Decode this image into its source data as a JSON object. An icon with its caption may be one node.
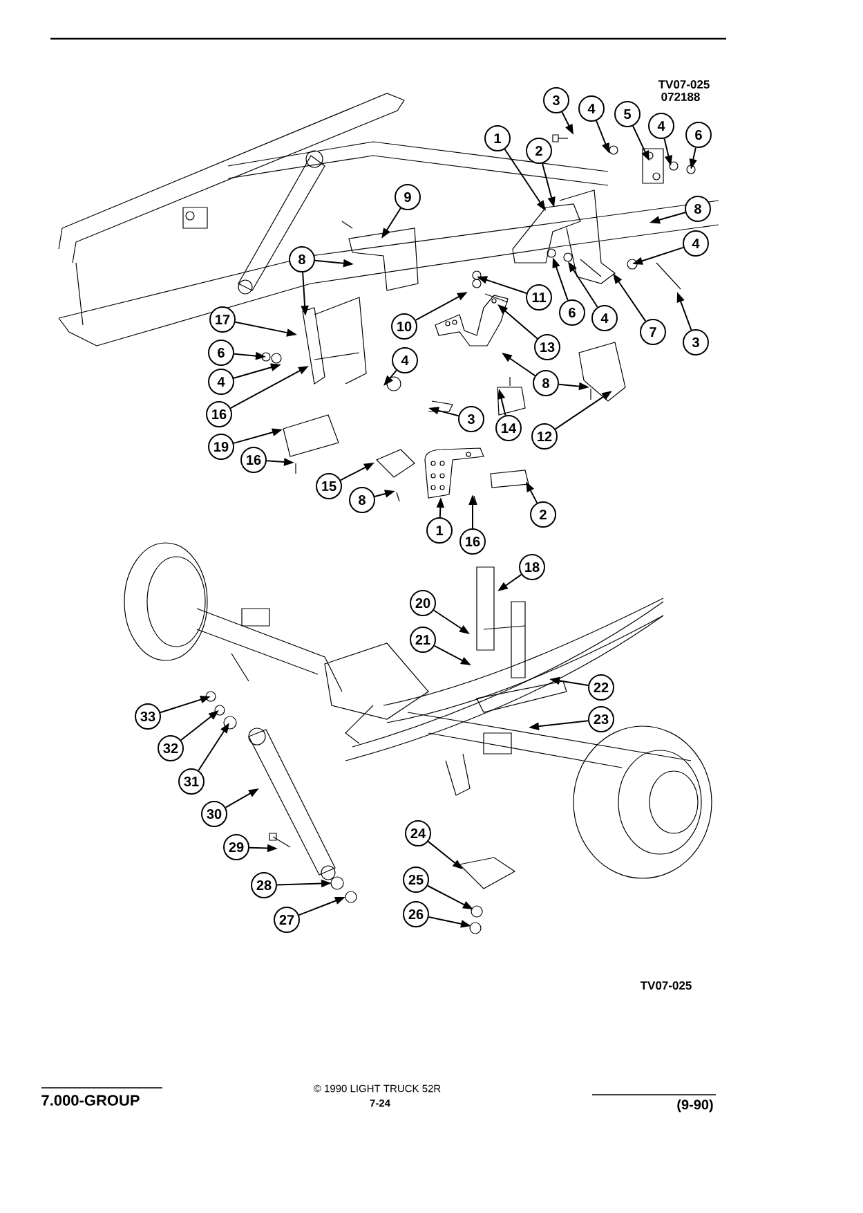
{
  "diagram": {
    "nodes": [
      {
        "text": [
          "3"
        ]
      },
      {
        "text": [
          "4"
        ]
      },
      {
        "text": [
          "5"
        ]
      },
      {
        "text": [
          "4"
        ]
      },
      {
        "text": [
          "6"
        ]
      },
      {
        "text": [
          "1"
        ]
      },
      {
        "text": [
          "2"
        ]
      },
      {
        "text": [
          "9"
        ]
      },
      {
        "text": [
          "8"
        ]
      },
      {
        "text": [
          "4"
        ]
      },
      {
        "text": [
          "8"
        ]
      },
      {
        "text": [
          "11"
        ]
      },
      {
        "text": [
          "6"
        ]
      },
      {
        "text": [
          "4"
        ]
      },
      {
        "text": [
          "17"
        ]
      },
      {
        "text": [
          "10"
        ]
      },
      {
        "text": [
          "7"
        ]
      },
      {
        "text": [
          "3"
        ]
      },
      {
        "text": [
          "13"
        ]
      },
      {
        "text": [
          "6"
        ]
      },
      {
        "text": [
          "4"
        ]
      },
      {
        "text": [
          "4"
        ]
      },
      {
        "text": [
          "8"
        ]
      },
      {
        "text": [
          "16"
        ]
      },
      {
        "text": [
          "3"
        ]
      },
      {
        "text": [
          "14"
        ]
      },
      {
        "text": [
          "12"
        ]
      },
      {
        "text": [
          "19"
        ]
      },
      {
        "text": [
          "16"
        ]
      },
      {
        "text": [
          "15"
        ]
      },
      {
        "text": [
          "8"
        ]
      },
      {
        "text": [
          "2"
        ]
      },
      {
        "text": [
          "1"
        ]
      },
      {
        "text": [
          "16"
        ]
      },
      {
        "text": [
          "18"
        ]
      },
      {
        "text": [
          "20"
        ]
      },
      {
        "text": [
          "21"
        ]
      },
      {
        "text": [
          "22"
        ]
      },
      {
        "text": [
          "33"
        ]
      },
      {
        "text": [
          "23"
        ]
      },
      {
        "text": [
          "32"
        ]
      },
      {
        "text": [
          "31"
        ]
      },
      {
        "text": [
          "30"
        ]
      },
      {
        "text": [
          "24"
        ]
      },
      {
        "text": [
          "29"
        ]
      },
      {
        "text": [
          "25"
        ]
      },
      {
        "text": [
          "28"
        ]
      },
      {
        "text": [
          "26"
        ]
      },
      {
        "text": [
          "27"
        ]
      }
    ],
    "edges": [
      {
        "from": 0,
        "to": null,
        "arrow": "to"
      },
      {
        "from": 1,
        "to": null,
        "arrow": "to"
      },
      {
        "from": 2,
        "to": null,
        "arrow": "to"
      },
      {
        "from": 3,
        "to": null,
        "arrow": "to"
      },
      {
        "from": 4,
        "to": null,
        "arrow": "to"
      },
      {
        "from": 5,
        "to": null,
        "arrow": "to"
      },
      {
        "from": 6,
        "to": null,
        "arrow": "to"
      },
      {
        "from": 7,
        "to": null,
        "arrow": "to"
      },
      {
        "from": 8,
        "to": null,
        "arrow": "to"
      },
      {
        "from": 9,
        "to": null,
        "arrow": "to"
      },
      {
        "from": 10,
        "to": null,
        "arrow": "to"
      },
      {
        "from": 10,
        "to": null,
        "arrow": "to"
      },
      {
        "from": 11,
        "to": null,
        "arrow": "to"
      },
      {
        "from": 12,
        "to": null,
        "arrow": "to"
      },
      {
        "from": 13,
        "to": null,
        "arrow": "to"
      },
      {
        "from": 14,
        "to": null,
        "arrow": "to"
      },
      {
        "from": 15,
        "to": null,
        "arrow": "to"
      },
      {
        "from": 16,
        "to": null,
        "arrow": "to"
      },
      {
        "from": 17,
        "to": null,
        "arrow": "to"
      },
      {
        "from": 18,
        "to": null,
        "arrow": "to"
      },
      {
        "from": 19,
        "to": null,
        "arrow": "to"
      },
      {
        "from": 20,
        "to": null,
        "arrow": "to"
      },
      {
        "from": 21,
        "to": null,
        "arrow": "to"
      },
      {
        "from": 22,
        "to": null,
        "arrow": "to"
      },
      {
        "from": 22,
        "to": null,
        "arrow": "to"
      },
      {
        "from": 23,
        "to": null,
        "arrow": "to"
      },
      {
        "from": 24,
        "to": null,
        "arrow": "to"
      },
      {
        "from": 25,
        "to": null,
        "arrow": "to"
      },
      {
        "from": 26,
        "to": null,
        "arrow": "to"
      },
      {
        "from": 27,
        "to": null,
        "arrow": "to"
      },
      {
        "from": 28,
        "to": null,
        "arrow": "to"
      },
      {
        "from": 29,
        "to": null,
        "arrow": "to"
      },
      {
        "from": 30,
        "to": null,
        "arrow": "to"
      },
      {
        "from": 31,
        "to": null,
        "arrow": "to"
      },
      {
        "from": 32,
        "to": null,
        "arrow": "to"
      },
      {
        "from": 33,
        "to": null,
        "arrow": "to"
      },
      {
        "from": 34,
        "to": null,
        "arrow": "to"
      },
      {
        "from": 35,
        "to": null,
        "arrow": "to"
      },
      {
        "from": 36,
        "to": null,
        "arrow": "to"
      },
      {
        "from": 37,
        "to": null,
        "arrow": "to"
      },
      {
        "from": 38,
        "to": null,
        "arrow": "to"
      },
      {
        "from": 39,
        "to": null,
        "arrow": "to"
      },
      {
        "from": 40,
        "to": null,
        "arrow": "to"
      },
      {
        "from": 41,
        "to": null,
        "arrow": "to"
      },
      {
        "from": 42,
        "to": null,
        "arrow": "to"
      },
      {
        "from": 43,
        "to": null,
        "arrow": "to"
      },
      {
        "from": 44,
        "to": null,
        "arrow": "to"
      },
      {
        "from": 45,
        "to": null,
        "arrow": "to"
      },
      {
        "from": 46,
        "to": null,
        "arrow": "to"
      },
      {
        "from": 47,
        "to": null,
        "arrow": "to"
      },
      {
        "from": 48,
        "to": null,
        "arrow": "to"
      }
    ],
    "labels": [
      "TV07-025",
      "072188",
      "TV07-025",
      "7.000-GROUP",
      "© 1990 LIGHT TRUCK 52R",
      "7-24",
      "(9-90)"
    ]
  }
}
